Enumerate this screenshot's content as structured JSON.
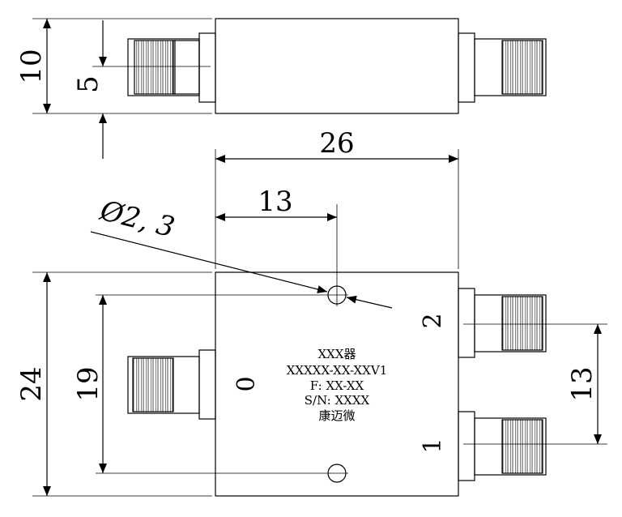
{
  "drawing": {
    "top_view": {
      "height_dim": "10",
      "center_dim": "5"
    },
    "front_view": {
      "width_dim": "26",
      "hole_offset_dim": "13",
      "hole_diameter": "Ø2, 3",
      "height_dim": "24",
      "hole_spacing_dim": "19",
      "port_spacing_dim": "13"
    },
    "ports": {
      "input": "0",
      "out_top": "2",
      "out_bottom": "1"
    },
    "nameplate": {
      "line1": "XXX器",
      "line2": "XXXXX-XX-XXV1",
      "line3": "F: XX-XX",
      "line4": "S/N: XXXX",
      "line5": "康迈微"
    }
  }
}
